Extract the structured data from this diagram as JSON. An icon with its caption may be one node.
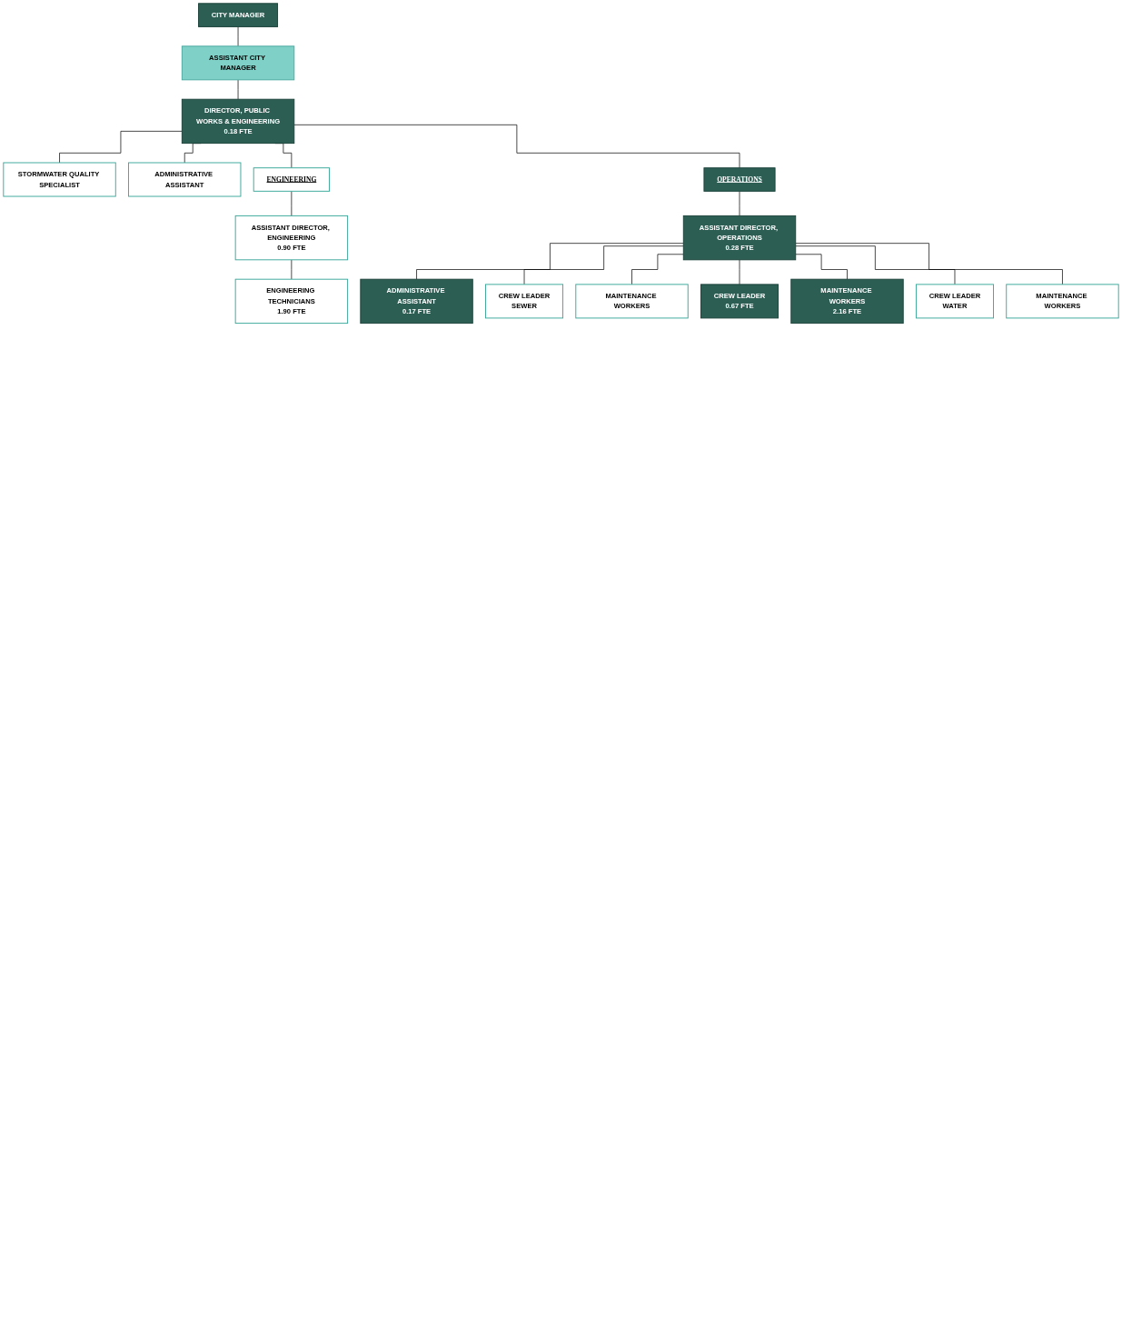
{
  "diagram": {
    "nodes": [
      {
        "text": [
          "CITY MANAGER"
        ]
      },
      {
        "text": [
          "ASSISTANT CITY MANAGER"
        ]
      },
      {
        "text": [
          "DIRECTOR, PUBLIC WORKS & ENGINEERING",
          "0.18 FTE"
        ]
      },
      {
        "text": [
          "STORMWATER QUALITY SPECIALIST"
        ]
      },
      {
        "text": [
          "ADMINISTRATIVE ASSISTANT"
        ]
      },
      {
        "text": [
          "ENGINEERING"
        ]
      },
      {
        "text": [
          "OPERATIONS"
        ]
      },
      {
        "text": [
          "ASSISTANT DIRECTOR, ENGINEERING",
          "0.90 FTE"
        ]
      },
      {
        "text": [
          "ASSISTANT DIRECTOR, OPERATIONS",
          "0.28 FTE"
        ]
      },
      {
        "text": [
          "ENGINEERING TECHNICIANS",
          "1.90 FTE"
        ]
      },
      {
        "text": [
          "ADMINISTRATIVE ASSISTANT",
          "0.17 FTE"
        ]
      },
      {
        "text": [
          "CREW LEADER",
          "SEWER"
        ]
      },
      {
        "text": [
          "MAINTENANCE WORKERS"
        ]
      },
      {
        "text": [
          "CREW LEADER",
          "0.67 FTE"
        ]
      },
      {
        "text": [
          "MAINTENANCE WORKERS",
          "2.16 FTE"
        ]
      },
      {
        "text": [
          "CREW LEADER",
          "WATER"
        ]
      },
      {
        "text": [
          "MAINTENANCE WORKERS"
        ]
      }
    ],
    "edges": [
      {
        "from": 0,
        "to": 1,
        "arrow": "none"
      },
      {
        "from": 1,
        "to": 2,
        "arrow": "none"
      },
      {
        "from": 2,
        "to": 3,
        "arrow": "none"
      },
      {
        "from": 2,
        "to": 4,
        "arrow": "none"
      },
      {
        "from": 2,
        "to": 5,
        "arrow": "none"
      },
      {
        "from": 2,
        "to": 6,
        "arrow": "none"
      },
      {
        "from": 5,
        "to": 7,
        "arrow": "none"
      },
      {
        "from": 7,
        "to": 9,
        "arrow": "none"
      },
      {
        "from": 6,
        "to": 8,
        "arrow": "none"
      },
      {
        "from": 8,
        "to": 10,
        "arrow": "none"
      },
      {
        "from": 8,
        "to": 11,
        "arrow": "none"
      },
      {
        "from": 8,
        "to": 12,
        "arrow": "none"
      },
      {
        "from": 8,
        "to": 13,
        "arrow": "none"
      },
      {
        "from": 8,
        "to": 14,
        "arrow": "none"
      },
      {
        "from": 8,
        "to": 15,
        "arrow": "none"
      },
      {
        "from": 8,
        "to": 16,
        "arrow": "none"
      }
    ]
  }
}
